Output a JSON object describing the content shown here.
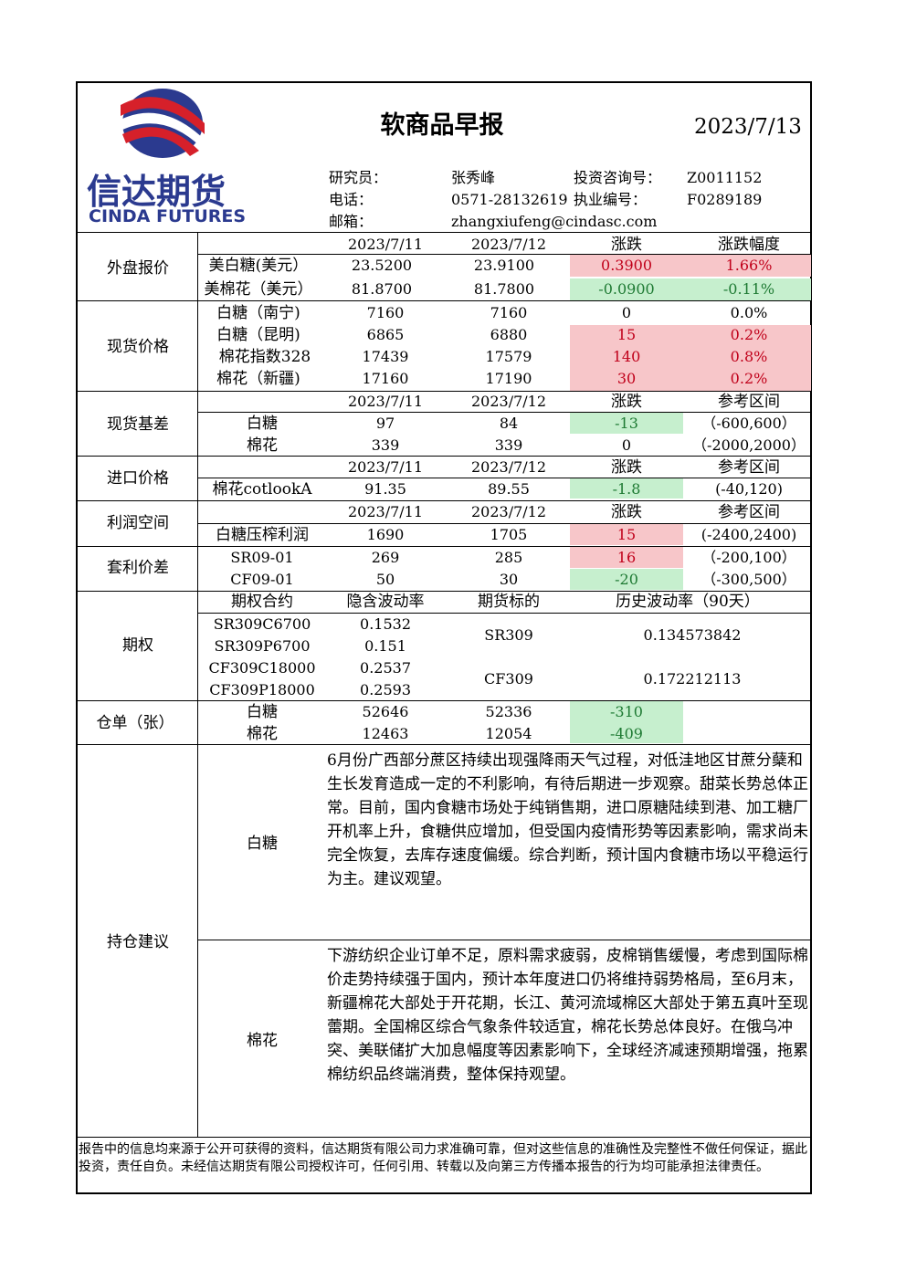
{
  "header": {
    "title": "软商品早报",
    "date": "2023/7/13",
    "logo_cn": "信达期货",
    "logo_en": "CINDA FUTURES",
    "researcher_label": "研究员：",
    "researcher": "张秀峰",
    "consult_label": "投资咨询号：",
    "consult_no": "Z0011152",
    "phone_label": "电话：",
    "phone": "0571-28132619",
    "license_label": "执业编号：",
    "license_no": "F0289189",
    "email_label": "邮箱：",
    "email": "zhangxiufeng@cindasc.com"
  },
  "overseas": {
    "section": "外盘报价",
    "headers": [
      "2023/7/11",
      "2023/7/12",
      "涨跌",
      "涨跌幅度"
    ],
    "rows": [
      [
        "美白糖(美元）",
        "23.5200",
        "23.9100",
        "0.3900",
        "1.66%"
      ],
      [
        "美棉花（美元）",
        "81.8700",
        "81.7800",
        "-0.0900",
        "-0.11%"
      ]
    ]
  },
  "spot": {
    "section": "现货价格",
    "rows": [
      [
        "白糖（南宁)",
        "7160",
        "7160",
        "0",
        "0.0%"
      ],
      [
        "白糖（昆明)",
        "6865",
        "6880",
        "15",
        "0.2%"
      ],
      [
        "棉花指数328",
        "17439",
        "17579",
        "140",
        "0.8%"
      ],
      [
        "棉花（新疆)",
        "17160",
        "17190",
        "30",
        "0.2%"
      ]
    ]
  },
  "basis": {
    "section": "现货基差",
    "headers": [
      "2023/7/11",
      "2023/7/12",
      "涨跌",
      "参考区间"
    ],
    "rows": [
      [
        "白糖",
        "97",
        "84",
        "-13",
        "（-600,600）"
      ],
      [
        "棉花",
        "339",
        "339",
        "0",
        "（-2000,2000）"
      ]
    ]
  },
  "import": {
    "section": "进口价格",
    "headers": [
      "2023/7/11",
      "2023/7/12",
      "涨跌",
      "参考区间"
    ],
    "rows": [
      [
        "棉花cotlookA",
        "91.35",
        "89.55",
        "-1.8",
        "(-40,120)"
      ]
    ]
  },
  "profit": {
    "section": "利润空间",
    "headers": [
      "2023/7/11",
      "2023/7/12",
      "涨跌",
      "参考区间"
    ],
    "rows": [
      [
        "白糖压榨利润",
        "1690",
        "1705",
        "15",
        "(-2400,2400)"
      ]
    ]
  },
  "arbitrage": {
    "section": "套利价差",
    "rows": [
      [
        "SR09-01",
        "269",
        "285",
        "16",
        "（-200,100）"
      ],
      [
        "CF09-01",
        "50",
        "30",
        "-20",
        "（-300,500）"
      ]
    ]
  },
  "options": {
    "section": "期权",
    "headers": [
      "期权合约",
      "隐含波动率",
      "期货标的",
      "历史波动率（90天）"
    ],
    "contracts": [
      [
        "SR309C6700",
        "0.1532"
      ],
      [
        "SR309P6700",
        "0.151"
      ],
      [
        "CF309C18000",
        "0.2537"
      ],
      [
        "CF309P18000",
        "0.2593"
      ]
    ],
    "underlyings": [
      [
        "SR309",
        "0.134573842"
      ],
      [
        "CF309",
        "0.172212113"
      ]
    ]
  },
  "warehouse": {
    "section": "仓单（张）",
    "rows": [
      [
        "白糖",
        "52646",
        "52336",
        "-310"
      ],
      [
        "棉花",
        "12463",
        "12054",
        "-409"
      ]
    ]
  },
  "advice": {
    "section": "持仓建议",
    "sugar_label": "白糖",
    "sugar_text": "6月份广西部分蔗区持续出现强降雨天气过程，对低洼地区甘蔗分蘖和生长发育造成一定的不利影响，有待后期进一步观察。甜菜长势总体正常。目前，国内食糖市场处于纯销售期，进口原糖陆续到港、加工糖厂开机率上升，食糖供应增加，但受国内疫情形势等因素影响，需求尚未完全恢复，去库存速度偏缓。综合判断，预计国内食糖市场以平稳运行为主。建议观望。",
    "cotton_label": "棉花",
    "cotton_text": "下游纺织企业订单不足，原料需求疲弱，皮棉销售缓慢，考虑到国际棉价走势持续强于国内，预计本年度进口仍将维持弱势格局，至6月末，新疆棉花大部处于开花期，长江、黄河流域棉区大部处于第五真叶至现蕾期。全国棉区综合气象条件较适宜，棉花长势总体良好。在俄乌冲突、美联储扩大加息幅度等因素影响下，全球经济减速预期增强，拖累棉纺织品终端消费，整体保持观望。"
  },
  "disclaimer": "报告中的信息均来源于公开可获得的资料，信达期货有限公司力求准确可靠，但对这些信息的准确性及完整性不做任何保证，据此投资，责任自负。未经信达期货有限公司授权许可，任何引用、转载以及向第三方传播本报告的行为均可能承担法律责任。",
  "colors": {
    "up_fill": "#f7c6c9",
    "up_text": "#c0001a",
    "down_fill": "#c6efce",
    "down_text": "#1e7a33"
  }
}
